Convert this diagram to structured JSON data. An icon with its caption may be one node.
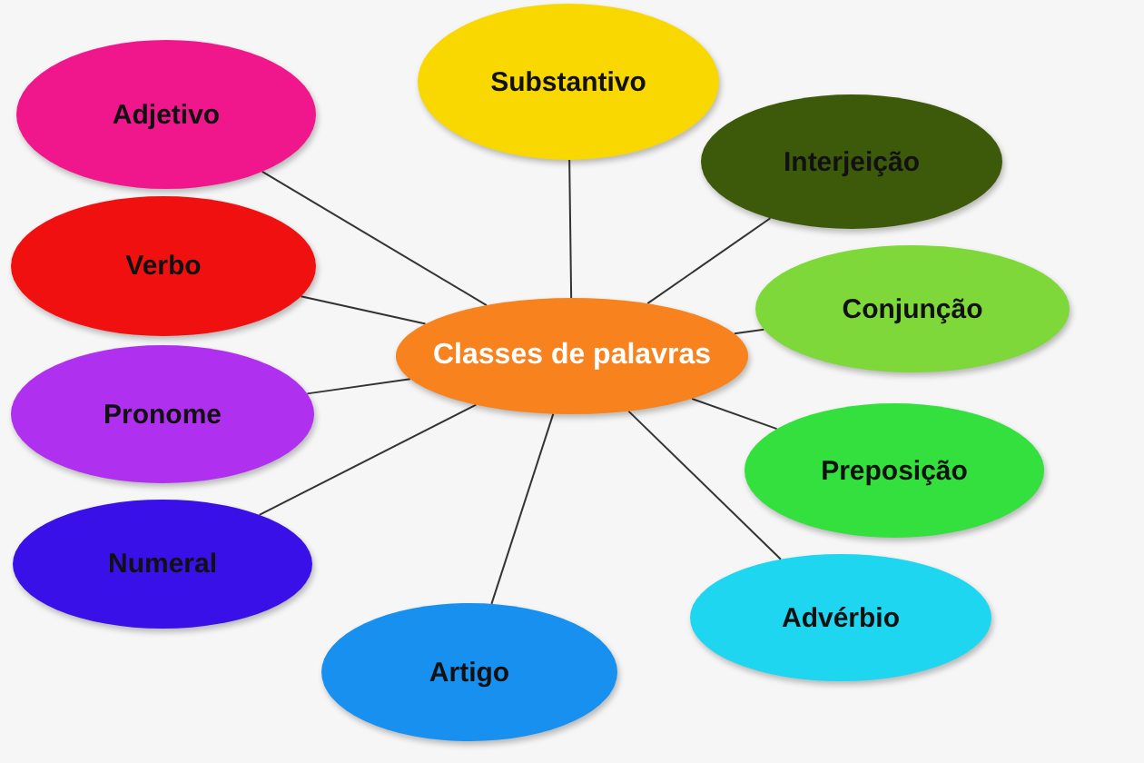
{
  "diagram": {
    "nodes": [
      {
        "text": [
          "Classes de palavras"
        ]
      },
      {
        "text": [
          "Substantivo"
        ]
      },
      {
        "text": [
          "Adjetivo"
        ]
      },
      {
        "text": [
          "Interjeição"
        ]
      },
      {
        "text": [
          "Verbo"
        ]
      },
      {
        "text": [
          "Conjunção"
        ]
      },
      {
        "text": [
          "Pronome"
        ]
      },
      {
        "text": [
          "Preposição"
        ]
      },
      {
        "text": [
          "Numeral"
        ]
      },
      {
        "text": [
          "Advérbio"
        ]
      },
      {
        "text": [
          "Artigo"
        ]
      }
    ],
    "edges": [
      {
        "from": 0,
        "to": 1,
        "arrow": "none"
      },
      {
        "from": 0,
        "to": 2,
        "arrow": "none"
      },
      {
        "from": 0,
        "to": 3,
        "arrow": "none"
      },
      {
        "from": 0,
        "to": 4,
        "arrow": "none"
      },
      {
        "from": 0,
        "to": 5,
        "arrow": "none"
      },
      {
        "from": 0,
        "to": 6,
        "arrow": "none"
      },
      {
        "from": 0,
        "to": 7,
        "arrow": "none"
      },
      {
        "from": 0,
        "to": 8,
        "arrow": "none"
      },
      {
        "from": 0,
        "to": 9,
        "arrow": "none"
      },
      {
        "from": 0,
        "to": 10,
        "arrow": "none"
      }
    ]
  }
}
